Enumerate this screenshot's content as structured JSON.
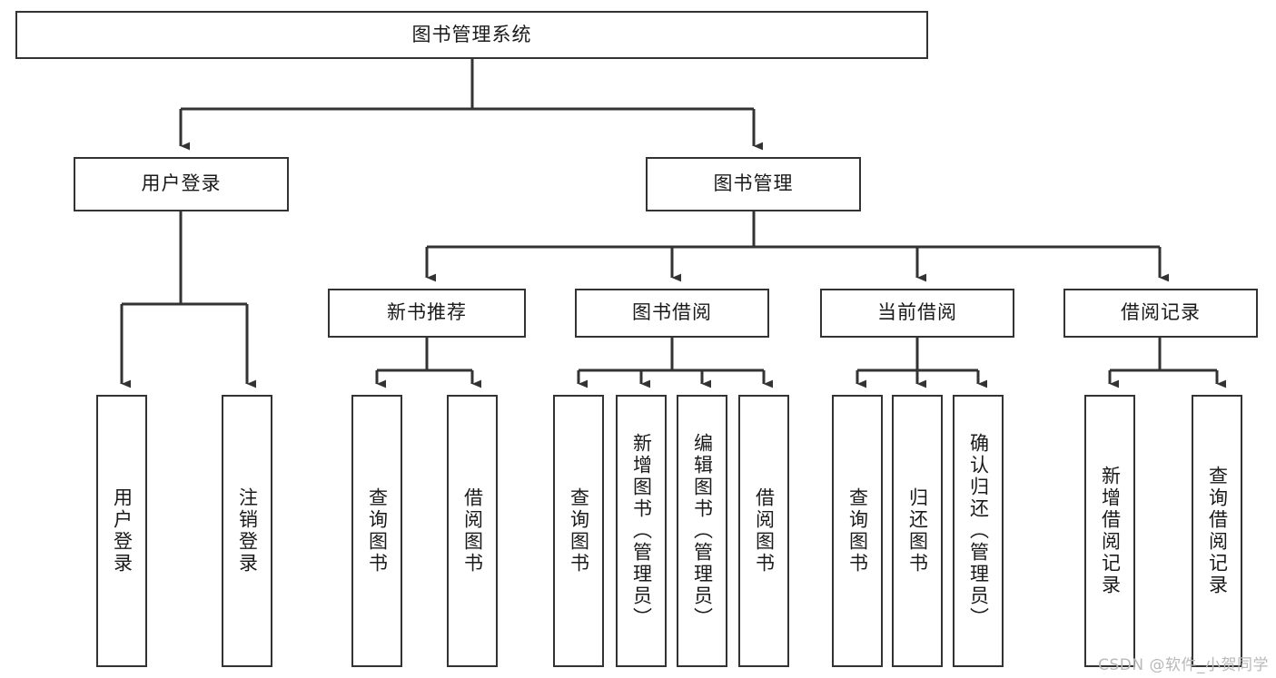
{
  "diagram": {
    "type": "tree-hierarchy-chart",
    "title": "图书管理系统",
    "root": {
      "label": "图书管理系统"
    },
    "level1": [
      {
        "label": "用户登录"
      },
      {
        "label": "图书管理"
      }
    ],
    "level2": [
      {
        "label": "新书推荐"
      },
      {
        "label": "图书借阅"
      },
      {
        "label": "当前借阅"
      },
      {
        "label": "借阅记录"
      }
    ],
    "leaves": [
      {
        "label": "用户登录"
      },
      {
        "label": "注销登录"
      },
      {
        "label": "查询图书"
      },
      {
        "label": "借阅图书"
      },
      {
        "label": "查询图书"
      },
      {
        "label": "新增图书（管理员）"
      },
      {
        "label": "编辑图书（管理员）"
      },
      {
        "label": "借阅图书"
      },
      {
        "label": "查询图书"
      },
      {
        "label": "归还图书"
      },
      {
        "label": "确认归还（管理员）"
      },
      {
        "label": "新增借阅记录"
      },
      {
        "label": "查询借阅记录"
      }
    ],
    "watermark": "CSDN @软件_小贺同学",
    "colors": {
      "stroke": "#333333",
      "fill": "#ffffff",
      "text": "#1a1a1a",
      "watermark": "#b9b9b9"
    }
  }
}
